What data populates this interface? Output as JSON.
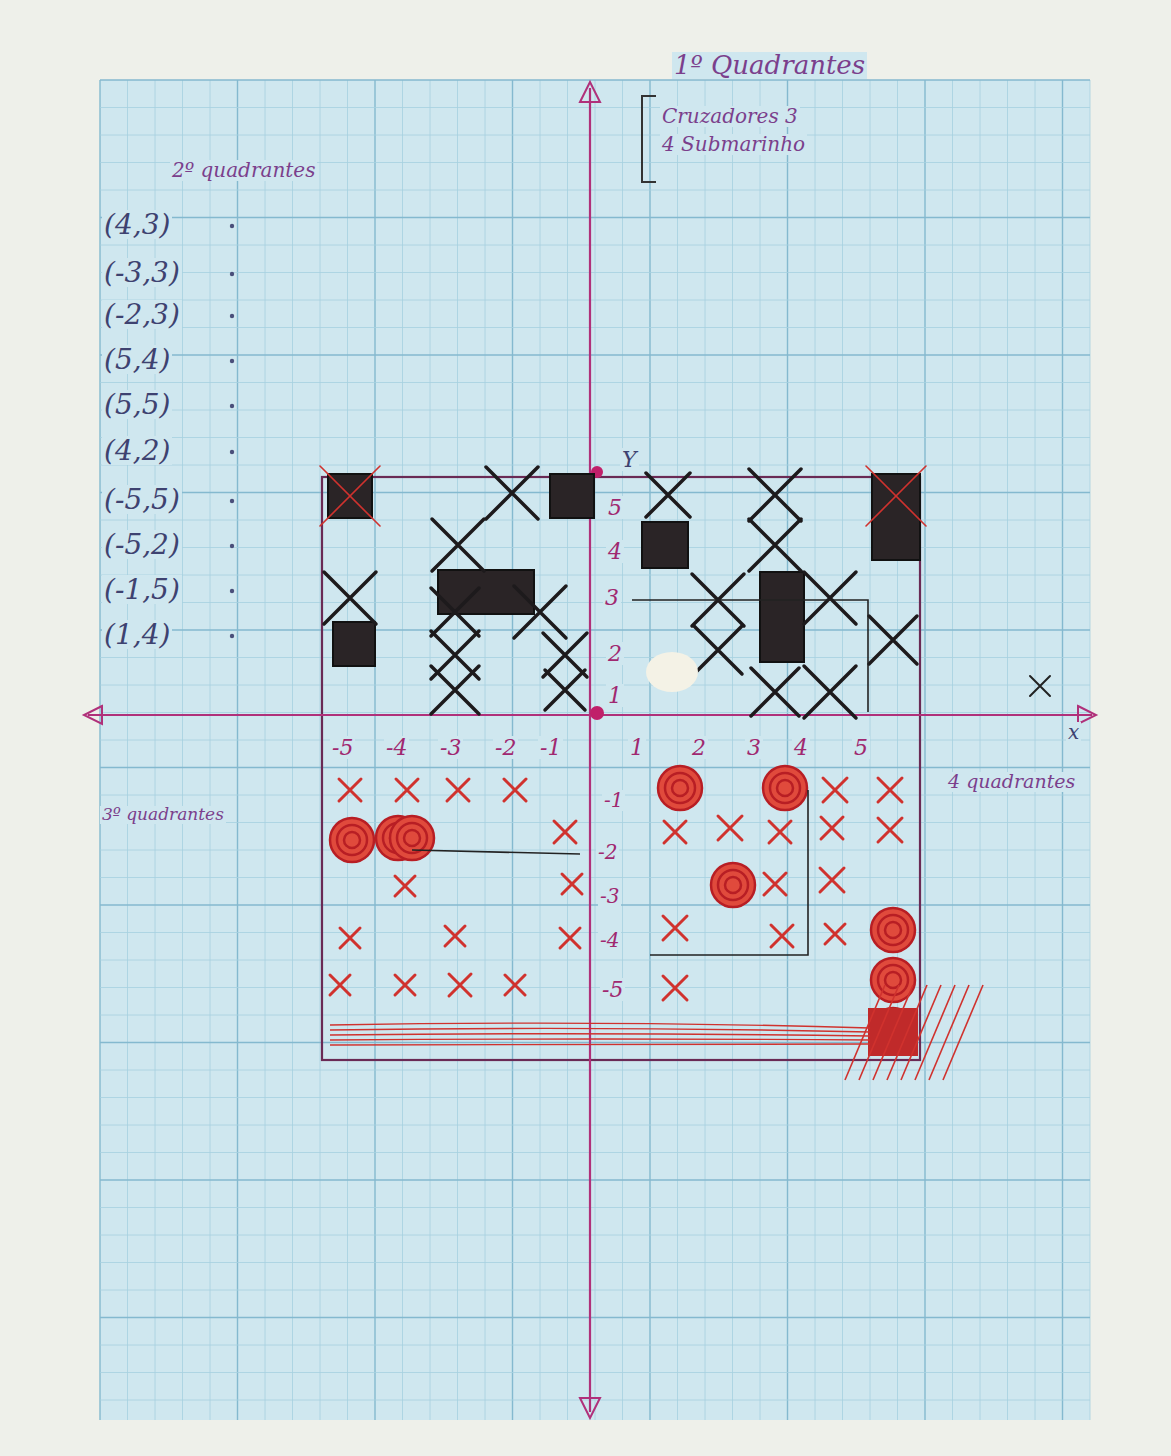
{
  "diagram": {
    "labels": [
      "1º Quadrantes",
      "Cruzadores 3",
      "4 Submarinho",
      "2º quadrantes",
      "(4,3)",
      "(-3,3)",
      "(-2,3)",
      "(5,4)",
      "(5,5)",
      "(4,2)",
      "(-5,5)",
      "(-5,2)",
      "(-1,5)",
      "(1,4)",
      "Y",
      "5",
      "4",
      "3",
      "2",
      "1",
      "x",
      "-5",
      "-4",
      "-3",
      "-2",
      "-1",
      "1",
      "2",
      "3",
      "4",
      "5",
      "-1",
      "-2",
      "-3",
      "-4",
      "-5",
      "3º quadrantes",
      "4 quadrantes"
    ]
  }
}
